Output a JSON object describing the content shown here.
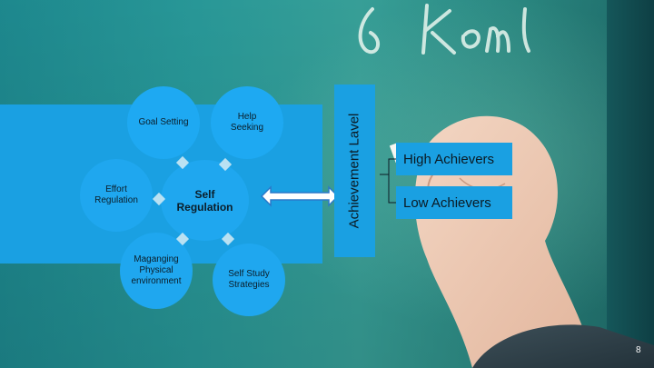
{
  "diagram": {
    "center": "Self Regulation",
    "nodes": {
      "goal_setting": "Goal Setting",
      "help_seeking": "Help Seeking",
      "effort_regulation": "Effort Regulation",
      "managing_environment": "Maganging Physical environment",
      "self_study": "Self Study Strategies"
    }
  },
  "achievement": {
    "label": "Achievement Lavel",
    "high": "High Achievers",
    "low": "Low Achievers"
  },
  "page_number": "8",
  "colors": {
    "panel_blue": "#1aa0e2",
    "circle_blue": "#1fa7ef",
    "board_green": "#2a9f9f"
  }
}
